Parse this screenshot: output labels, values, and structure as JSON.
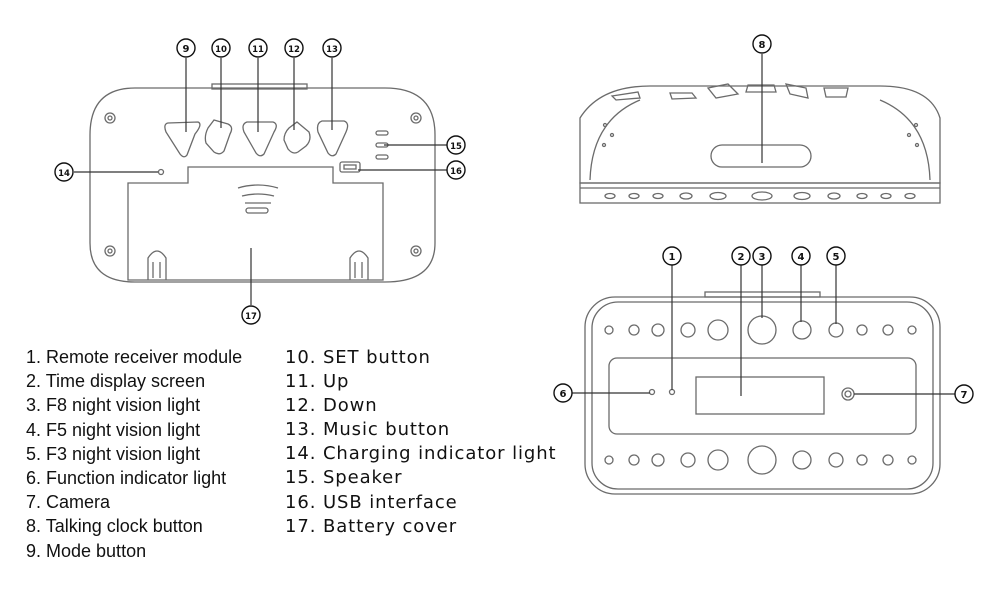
{
  "callouts": [
    "1",
    "2",
    "3",
    "4",
    "5",
    "6",
    "7",
    "8",
    "9",
    "10",
    "11",
    "12",
    "13",
    "14",
    "15",
    "16",
    "17"
  ],
  "legend_left": [
    "1. Remote receiver module",
    "2. Time display screen",
    "3. F8 night vision light",
    "4. F5 night vision light",
    "5. F3 night vision light",
    "6. Function indicator light",
    "7. Camera",
    "8. Talking clock button",
    "9. Mode button"
  ],
  "legend_right": [
    "10. SET button",
    "11. Up",
    "12. Down",
    "13. Music button",
    "14. Charging indicator light",
    "15. Speaker",
    "16. USB interface",
    "17. Battery cover"
  ]
}
